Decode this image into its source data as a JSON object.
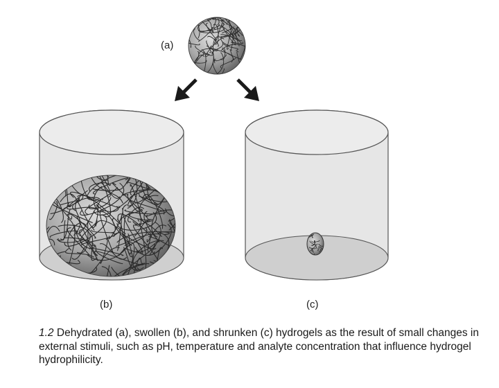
{
  "figure": {
    "label_a": "(a)",
    "label_b": "(b)",
    "label_c": "(c)"
  },
  "caption": {
    "number": "1.2",
    "text": "Dehydrated (a), swollen (b), and shrunken (c) hydrogels as the result of small changes in external stimuli, such as pH, temperature and analyte concentration that influence hydrogel hydrophilicity."
  },
  "colors": {
    "cylinder_fill": "#e6e6e6",
    "cylinder_stroke": "#555555",
    "gel_fill_dark": "#6e6e6e",
    "gel_fill_light": "#d8d8d8",
    "fiber": "#2a2a2a",
    "arrow": "#1a1a1a"
  }
}
